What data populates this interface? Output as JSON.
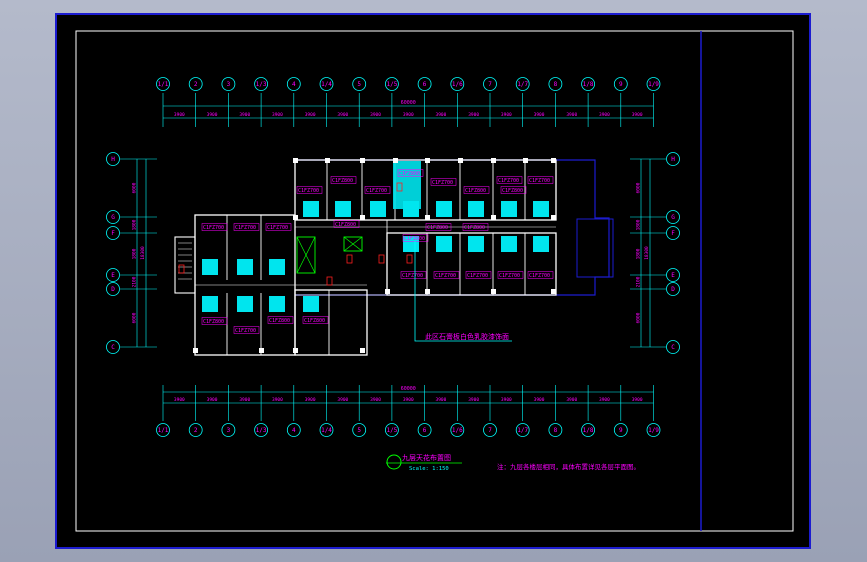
{
  "colors": {
    "frame": "#1c1cd0",
    "inner_border": "#ffffff",
    "axis": "#00ffff",
    "wall": "#ffffff",
    "room_label": "#ff00ff",
    "fixture_fill": "#00e5ee",
    "stair": "#00ff00",
    "door": "#ff2020",
    "building_outline": "#1c1cd0",
    "title_circle": "#00ff00",
    "note": "#ff00ff"
  },
  "axes": {
    "columns": [
      "1/1",
      "2",
      "3",
      "1/3",
      "4",
      "1/4",
      "5",
      "1/5",
      "6",
      "1/6",
      "7",
      "1/7",
      "8",
      "1/8",
      "9",
      "1/9"
    ],
    "rows_left": [
      "H",
      "G",
      "F",
      "E",
      "D",
      "C"
    ],
    "rows_right": [
      "H",
      "G",
      "F",
      "E",
      "D",
      "C"
    ]
  },
  "dimensions": {
    "spans": [
      "3900",
      "3900",
      "3900",
      "3900",
      "3900",
      "3900",
      "3900",
      "3900",
      "3900",
      "3900",
      "3900",
      "3900",
      "3900",
      "3900",
      "3900"
    ],
    "total": "60000",
    "left_vertical": [
      "6000",
      "1800",
      "1800",
      "2100",
      "6000"
    ],
    "left_total": "18300",
    "right_vertical": [
      "6000",
      "1800",
      "1800",
      "2100",
      "6000"
    ],
    "right_total": "18300"
  },
  "room_labels": {
    "top_wing": [
      "C1FZ700",
      "C1FZ800",
      "C1FZ700",
      "C1FZ800",
      "C1FZ700",
      "C1FZ800",
      "C1FZ700",
      "C1FZ800",
      "C1FZ700"
    ],
    "corridor": [
      "C1FZ800",
      "C1FZ800",
      "C1FZ800",
      "C1FZ800"
    ],
    "bottom_wing_right": [
      "C1FZ700",
      "C1FZ700",
      "C1FZ700",
      "C1FZ700",
      "C1FZ700"
    ],
    "left_wing_top": [
      "C1FZ700",
      "C1FZ700",
      "C1FZ700"
    ],
    "left_wing_bottom": [
      "C1FZ800",
      "C1FZ700",
      "C1FZ800",
      "C1FZ800"
    ]
  },
  "callout": "此区石膏板白色乳胶漆饰面",
  "title": {
    "name": "九层天花布置图",
    "scale": "Scale: 1:150"
  },
  "note": "注：九层各楼层相同，具体布置详见各层平面图。"
}
